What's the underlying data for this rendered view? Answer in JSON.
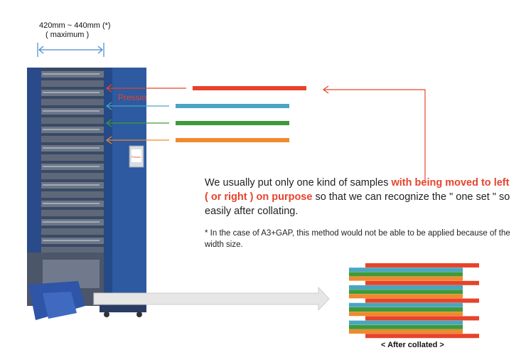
{
  "dimension": {
    "line1": "420mm ~ 440mm (*)",
    "line2": "( maximum )"
  },
  "machine": {
    "brand_label": "Pressio",
    "panel_label": "Pressio"
  },
  "explanation": {
    "part1": "We usually put only one kind of samples ",
    "highlight": "with being moved to left ( or right ) on purpose",
    "part2": " so that we can recognize the \" one set \" so easily after collating."
  },
  "note": "* In the case of A3+GAP, this method would not be able  to be applied because of the width size.",
  "caption": "< After collated >",
  "colors": {
    "red": "#e8432b",
    "teal": "#4aa6c0",
    "green": "#3e9a3a",
    "orange": "#ef8a2e",
    "machine_blue": "#2d4e8e"
  },
  "collated_layers": [
    "red",
    "teal",
    "green",
    "orange",
    "red",
    "teal",
    "green",
    "orange",
    "red",
    "teal",
    "green",
    "orange",
    "red",
    "teal",
    "green",
    "orange",
    "red"
  ]
}
